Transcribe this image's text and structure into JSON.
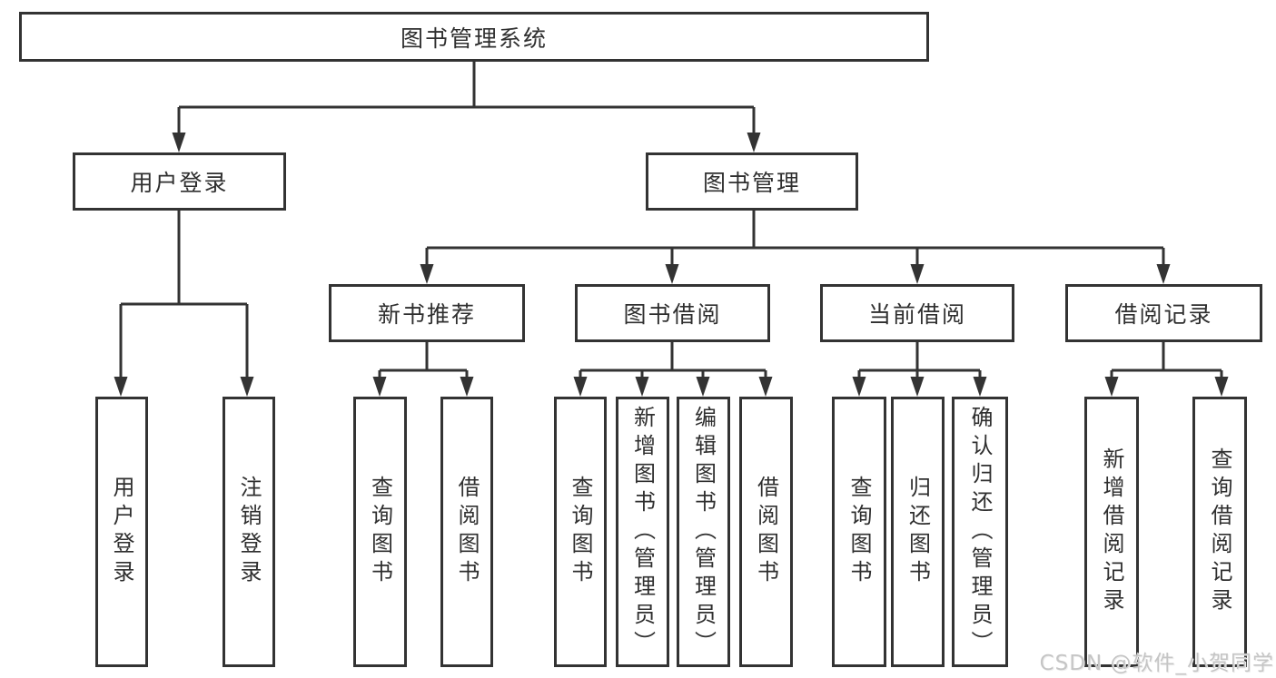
{
  "diagram": {
    "root": {
      "label": "图书管理系统"
    },
    "level2": [
      {
        "label": "用户登录"
      },
      {
        "label": "图书管理"
      }
    ],
    "level3": [
      {
        "label": "新书推荐"
      },
      {
        "label": "图书借阅"
      },
      {
        "label": "当前借阅"
      },
      {
        "label": "借阅记录"
      }
    ],
    "leaves": [
      {
        "label": "用户登录"
      },
      {
        "label": "注销登录"
      },
      {
        "label": "查询图书"
      },
      {
        "label": "借阅图书"
      },
      {
        "label": "查询图书"
      },
      {
        "label": "新增图书（管理员）"
      },
      {
        "label": "编辑图书（管理员）"
      },
      {
        "label": "借阅图书"
      },
      {
        "label": "查询图书"
      },
      {
        "label": "归还图书"
      },
      {
        "label": "确认归还（管理员）"
      },
      {
        "label": "新增借阅记录"
      },
      {
        "label": "查询借阅记录"
      }
    ],
    "watermark": "CSDN @软件_小贺同学"
  },
  "colors": {
    "line": "#333333",
    "border": "#333333",
    "text": "#2f2f2f",
    "watermark": "#c5c5c5",
    "background": "#ffffff"
  }
}
